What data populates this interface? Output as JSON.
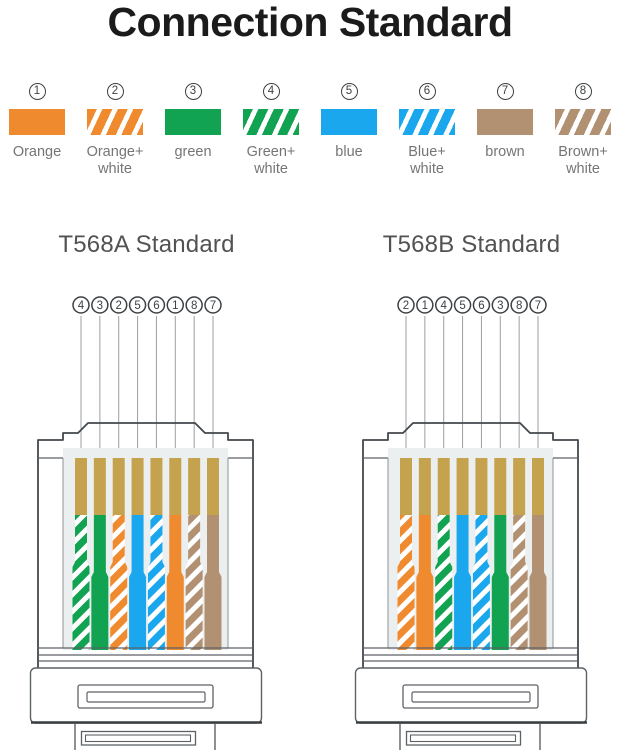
{
  "title": "Connection Standard",
  "colors": {
    "orange": "#F08A2E",
    "green": "#11A351",
    "blue": "#1BA7ED",
    "brown": "#B29173",
    "gold": "#C5A24E",
    "connector_fill": "#ECEFF0",
    "outline": "#43484C",
    "line_gray": "#9BA0A4",
    "mid_line": "#5D6266",
    "badge_ink": "#3D4043",
    "label_gray": "#757575",
    "heading_gray": "#525252",
    "title_ink": "#1B1B1B"
  },
  "legend": [
    {
      "digit": "1",
      "label": "Orange",
      "color": "orange",
      "striped": false
    },
    {
      "digit": "2",
      "label": "Orange+\nwhite",
      "color": "orange",
      "striped": true
    },
    {
      "digit": "3",
      "label": "green",
      "color": "green",
      "striped": false
    },
    {
      "digit": "4",
      "label": "Green+\nwhite",
      "color": "green",
      "striped": true
    },
    {
      "digit": "5",
      "label": "blue",
      "color": "blue",
      "striped": false
    },
    {
      "digit": "6",
      "label": "Blue+\nwhite",
      "color": "blue",
      "striped": true
    },
    {
      "digit": "7",
      "label": "brown",
      "color": "brown",
      "striped": false
    },
    {
      "digit": "8",
      "label": "Brown+\nwhite",
      "color": "brown",
      "striped": true
    }
  ],
  "standards": [
    {
      "name": "T568A Standard",
      "pin_order": [
        "4",
        "3",
        "2",
        "5",
        "6",
        "1",
        "8",
        "7"
      ]
    },
    {
      "name": "T568B Standard",
      "pin_order": [
        "2",
        "1",
        "4",
        "5",
        "6",
        "3",
        "8",
        "7"
      ]
    }
  ]
}
